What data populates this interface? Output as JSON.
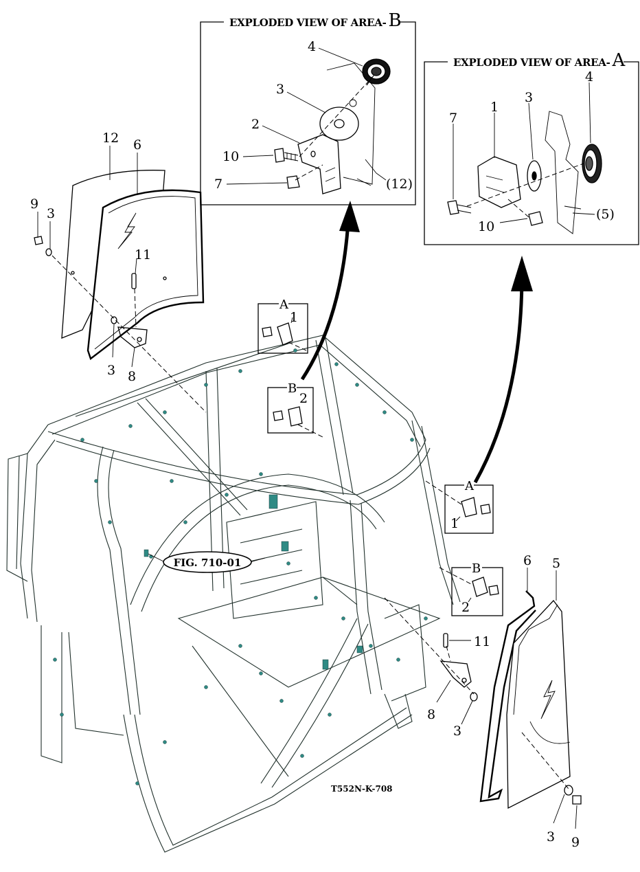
{
  "figure": {
    "code": "T552N-K-708",
    "ref_label": "FIG. 710-01"
  },
  "exploded_b": {
    "title_prefix": "EXPLODED VIEW OF AREA-",
    "title_letter": "B",
    "callouts": [
      "4",
      "3",
      "2",
      "10",
      "7",
      "(12)"
    ]
  },
  "exploded_a": {
    "title_prefix": "EXPLODED VIEW OF AREA-",
    "title_letter": "A",
    "callouts": [
      "7",
      "1",
      "3",
      "4",
      "10",
      "(5)"
    ]
  },
  "detail_boxes": [
    {
      "letter": "A",
      "part": "1"
    },
    {
      "letter": "B",
      "part": "2"
    },
    {
      "letter": "A",
      "part": "1"
    },
    {
      "letter": "B",
      "part": "2"
    }
  ],
  "left_panel_callouts": [
    "12",
    "6",
    "9",
    "3",
    "11",
    "3",
    "8"
  ],
  "right_panel_callouts": [
    "6",
    "5",
    "11",
    "8",
    "3",
    "3",
    "9"
  ],
  "colors": {
    "line": "#000000",
    "frame_detail": "#2f8a84",
    "background": "#ffffff"
  }
}
